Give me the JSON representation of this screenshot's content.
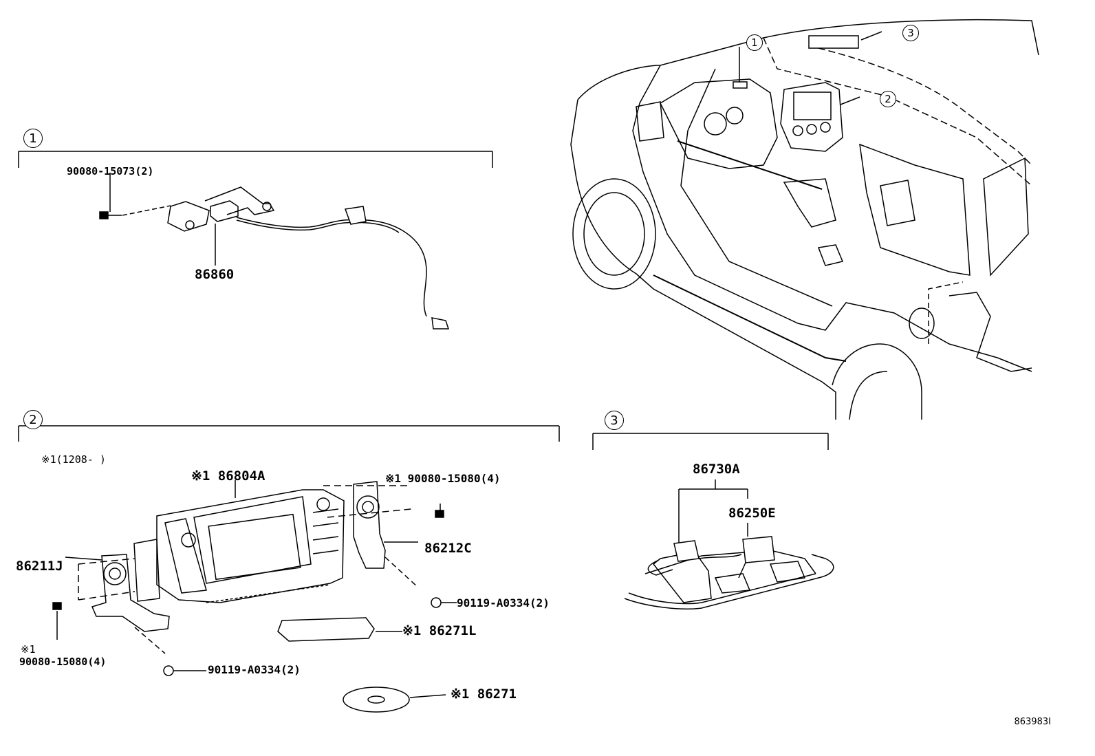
{
  "sections": [
    {
      "id": "1",
      "label": "1"
    },
    {
      "id": "2",
      "label": "2"
    },
    {
      "id": "3",
      "label": "3"
    }
  ],
  "vehicle_callouts": [
    "1",
    "2",
    "3"
  ],
  "section1": {
    "screw": "90080-15073(2)",
    "part": "86860"
  },
  "section2": {
    "note": "※1(1208-     )",
    "display": "※1 86804A",
    "screw_right": "※1 90080-15080(4)",
    "bracket_right": "86212C",
    "bracket_left": "86211J",
    "bolt_right": "90119-A0334(2)",
    "module": "※1 86271L",
    "screw_left_mark": "※1",
    "screw_left": "90080-15080(4)",
    "bolt_left": "90119-A0334(2)",
    "disc": "※1 86271"
  },
  "section3": {
    "assembly": "86730A",
    "part": "86250E"
  },
  "reference": "863983I"
}
